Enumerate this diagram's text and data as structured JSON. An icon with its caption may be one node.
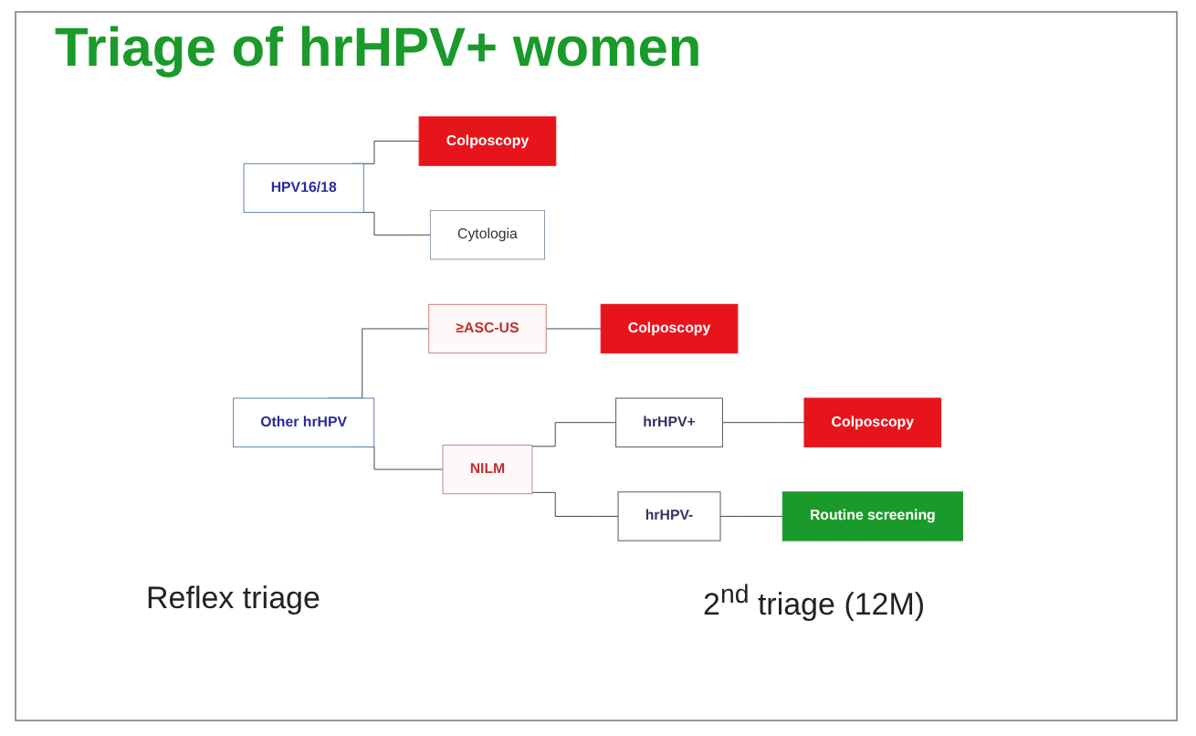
{
  "diagram": {
    "title": "Triage of hrHPV+ women",
    "nodes": [
      {
        "text": [
          "HPV16/18"
        ]
      },
      {
        "text": [
          "Colposcopy"
        ]
      },
      {
        "text": [
          "Cytologia"
        ]
      },
      {
        "text": [
          "Other hrHPV"
        ]
      },
      {
        "text": [
          "≥ASC-US"
        ]
      },
      {
        "text": [
          "NILM"
        ]
      },
      {
        "text": [
          "Colposcopy"
        ]
      },
      {
        "text": [
          "hrHPV+"
        ]
      },
      {
        "text": [
          "hrHPV-"
        ]
      },
      {
        "text": [
          "Colposcopy"
        ]
      },
      {
        "text": [
          "Routine screening"
        ]
      }
    ],
    "edges": [
      {
        "from": 0,
        "to": 1,
        "arrow": "none"
      },
      {
        "from": 0,
        "to": 2,
        "arrow": "none"
      },
      {
        "from": 3,
        "to": 4,
        "arrow": "none"
      },
      {
        "from": 3,
        "to": 5,
        "arrow": "none"
      },
      {
        "from": 4,
        "to": 6,
        "arrow": "none"
      },
      {
        "from": 5,
        "to": 7,
        "arrow": "none"
      },
      {
        "from": 5,
        "to": 8,
        "arrow": "none"
      },
      {
        "from": 7,
        "to": 9,
        "arrow": "none"
      },
      {
        "from": 8,
        "to": 10,
        "arrow": "none"
      }
    ],
    "labels": [
      "Reflex triage",
      "2$^{nd}$ triage (12M)"
    ]
  }
}
